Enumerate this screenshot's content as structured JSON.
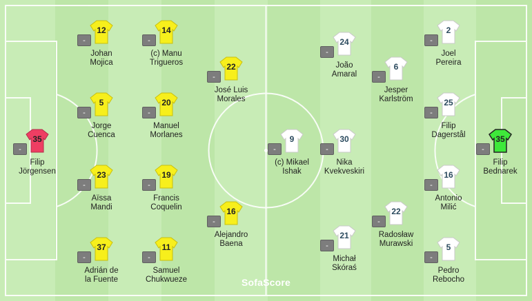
{
  "brand": "SofaScore",
  "colors": {
    "pitch_light": "#c8ecb6",
    "pitch_dark": "#bde6a8",
    "line": "#ffffff",
    "home_shirt": "#f7ef1c",
    "home_gk_shirt": "#ee3e63",
    "away_shirt": "#ffffff",
    "away_gk_shirt": "#3ee83a",
    "rating_badge": "#7d7d7d"
  },
  "home": {
    "players": [
      {
        "number": "35",
        "name_line1": "Filip",
        "name_line2": "Jörgensen",
        "rating": "-"
      },
      {
        "number": "12",
        "name_line1": "Johan",
        "name_line2": "Mojica",
        "rating": "-"
      },
      {
        "number": "5",
        "name_line1": "Jorge",
        "name_line2": "Cuenca",
        "rating": "-"
      },
      {
        "number": "23",
        "name_line1": "Aïssa",
        "name_line2": "Mandi",
        "rating": "-"
      },
      {
        "number": "37",
        "name_line1": "Adrián de",
        "name_line2": "la Fuente",
        "rating": "-"
      },
      {
        "number": "14",
        "name_line1": "(c) Manu",
        "name_line2": "Trigueros",
        "rating": "-"
      },
      {
        "number": "20",
        "name_line1": "Manuel",
        "name_line2": "Morlanes",
        "rating": "-"
      },
      {
        "number": "19",
        "name_line1": "Francis",
        "name_line2": "Coquelin",
        "rating": "-"
      },
      {
        "number": "11",
        "name_line1": "Samuel",
        "name_line2": "Chukwueze",
        "rating": "-"
      },
      {
        "number": "22",
        "name_line1": "José Luis",
        "name_line2": "Morales",
        "rating": "-"
      },
      {
        "number": "16",
        "name_line1": "Alejandro",
        "name_line2": "Baena",
        "rating": "-"
      }
    ]
  },
  "away": {
    "players": [
      {
        "number": "9",
        "name_line1": "(c) Mikael",
        "name_line2": "Ishak",
        "rating": "-"
      },
      {
        "number": "24",
        "name_line1": "João",
        "name_line2": "Amaral",
        "rating": "-"
      },
      {
        "number": "30",
        "name_line1": "Nika",
        "name_line2": "Kvekveskiri",
        "rating": "-"
      },
      {
        "number": "21",
        "name_line1": "Michał",
        "name_line2": "Skóraś",
        "rating": "-"
      },
      {
        "number": "6",
        "name_line1": "Jesper",
        "name_line2": "Karlström",
        "rating": "-"
      },
      {
        "number": "22",
        "name_line1": "Radosław",
        "name_line2": "Murawski",
        "rating": "-"
      },
      {
        "number": "2",
        "name_line1": "Joel",
        "name_line2": "Pereira",
        "rating": "-"
      },
      {
        "number": "25",
        "name_line1": "Filip",
        "name_line2": "Dagerstål",
        "rating": "-"
      },
      {
        "number": "16",
        "name_line1": "Antonio",
        "name_line2": "Milić",
        "rating": "-"
      },
      {
        "number": "5",
        "name_line1": "Pedro",
        "name_line2": "Rebocho",
        "rating": "-"
      },
      {
        "number": "35",
        "name_line1": "Filip",
        "name_line2": "Bednarek",
        "rating": "-"
      }
    ]
  }
}
